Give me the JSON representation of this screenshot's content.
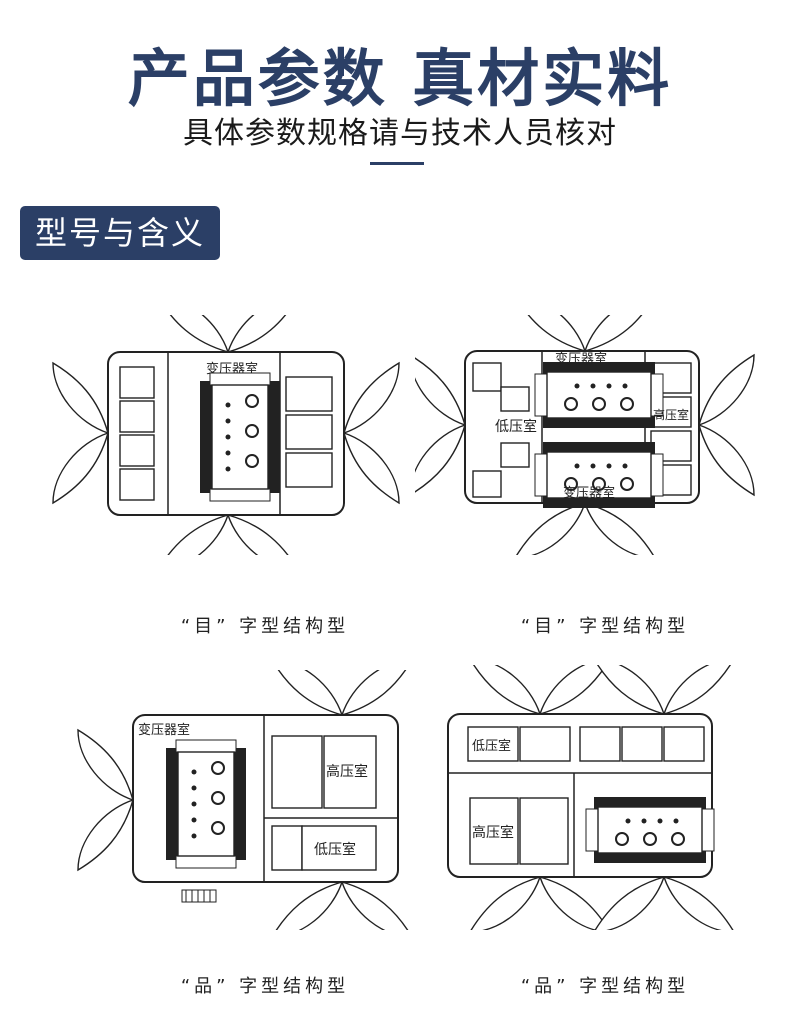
{
  "header": {
    "title": "产品参数 真材实料",
    "subtitle": "具体参数规格请与技术人员核对"
  },
  "section": {
    "label": "型号与含义"
  },
  "diagrams": [
    {
      "labels": {
        "transformer": "变压器室"
      },
      "caption": "“目” 字型结构型"
    },
    {
      "labels": {
        "transformer_top": "变压器室",
        "transformer_bottom": "变压器室",
        "low_voltage": "低压室",
        "high_voltage": "高压室"
      },
      "caption": "“目” 字型结构型"
    },
    {
      "labels": {
        "transformer": "变压器室",
        "high_voltage": "高压室",
        "low_voltage": "低压室"
      },
      "caption": "“品” 字型结构型"
    },
    {
      "labels": {
        "low_voltage": "低压室",
        "high_voltage": "高压室"
      },
      "caption": "“品” 字型结构型"
    }
  ]
}
